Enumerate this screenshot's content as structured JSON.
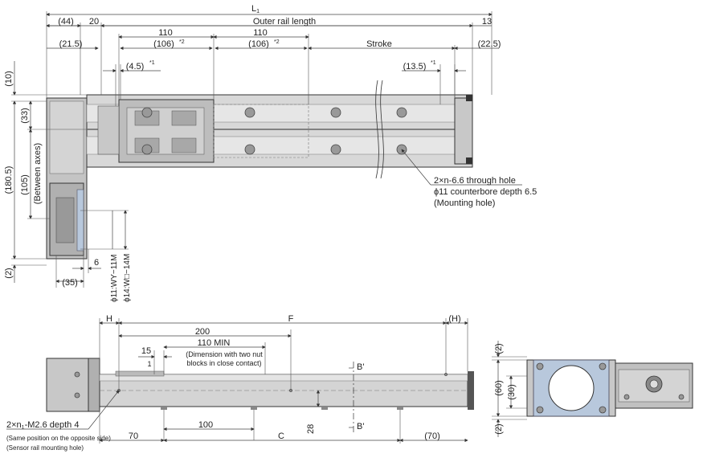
{
  "colors": {
    "ink": "#222222",
    "metal_light": "#d9d9d9",
    "metal_mid": "#bcbcbc",
    "metal_dark": "#8a8a8a",
    "blue_plate": "#b8c8dc"
  },
  "top_view": {
    "L1": "L",
    "L1_sub": "1",
    "d44": "(44)",
    "d20": "20",
    "outer_rail_length": "Outer rail length",
    "d13": "13",
    "d110a": "110",
    "d110b": "110",
    "d106a": "(106)",
    "d106b": "(106)",
    "note2a": "*2",
    "note2b": "*2",
    "d21_5": "(21.5)",
    "stroke": "Stroke",
    "d22_5": "(22.5)",
    "d4_5": "(4.5)",
    "note1a": "*1",
    "d13_5": "(13.5)",
    "note1b": "*1",
    "d10": "(10)",
    "d33": "(33)",
    "d180_5": "(180.5)",
    "d105": "(105)",
    "between_axes": "(Between axes)",
    "d2": "(2)",
    "d6": "6",
    "d35": "(35)",
    "shaft_a": "ϕ11:WY−11M",
    "shaft_b": "ϕ14:W□−14M",
    "hole_line1": "2×n-6.6 through hole",
    "hole_line2": "ϕ11 counterbore depth 6.5",
    "hole_line3": "(Mounting hole)"
  },
  "side_view": {
    "H": "H",
    "F": "F",
    "H_paren": "(H)",
    "d200": "200",
    "d110min": "110 MIN",
    "d15": "15",
    "d1": "1",
    "note_line1": "(Dimension with two nut",
    "note_line2": "blocks in close contact)",
    "B_top": "B'",
    "B_bottom": "B'",
    "d100": "100",
    "d28": "28",
    "d70": "70",
    "C": "C",
    "d70p": "(70)",
    "tap_line1": "2×n",
    "tap_sub": "1",
    "tap_line1b": "-M2.6 depth 4",
    "tap_line2": "(Same position on the opposite side)",
    "tap_line3": "(Sensor rail mounting hole)"
  },
  "end_view": {
    "d2_top": "(2)",
    "d60": "(60)",
    "d30": "(30)",
    "d2_bot": "(2)"
  }
}
